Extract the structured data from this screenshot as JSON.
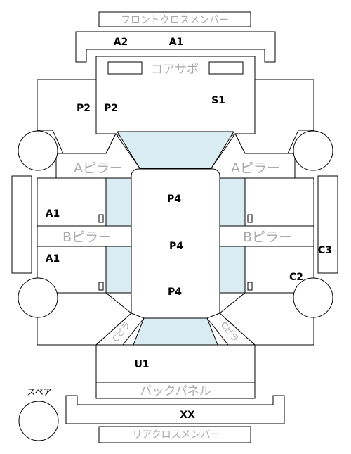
{
  "labels": {
    "front_member": "フロントクロスメンバー",
    "core_support": "コアサポ",
    "a_pillar_left": "Aピラー",
    "a_pillar_right": "Aピラー",
    "b_pillar_left": "Bピラー",
    "b_pillar_right": "Bピラー",
    "c_pillar_left": "Cピラ",
    "c_pillar_right": "Cピラ",
    "back_panel": "バックパネル",
    "rear_member": "リアクロスメンバー",
    "spare": "スペア"
  },
  "codes": {
    "a2_front": "A2",
    "a1_front": "A1",
    "p2_outer": "P2",
    "p2_inner": "P2",
    "s1": "S1",
    "a1_left_upper": "A1",
    "a1_left_lower": "A1",
    "p4_top": "P4",
    "p4_mid": "P4",
    "p4_bottom": "P4",
    "c3": "C3",
    "c2": "C2",
    "u1": "U1",
    "xx": "XX"
  }
}
